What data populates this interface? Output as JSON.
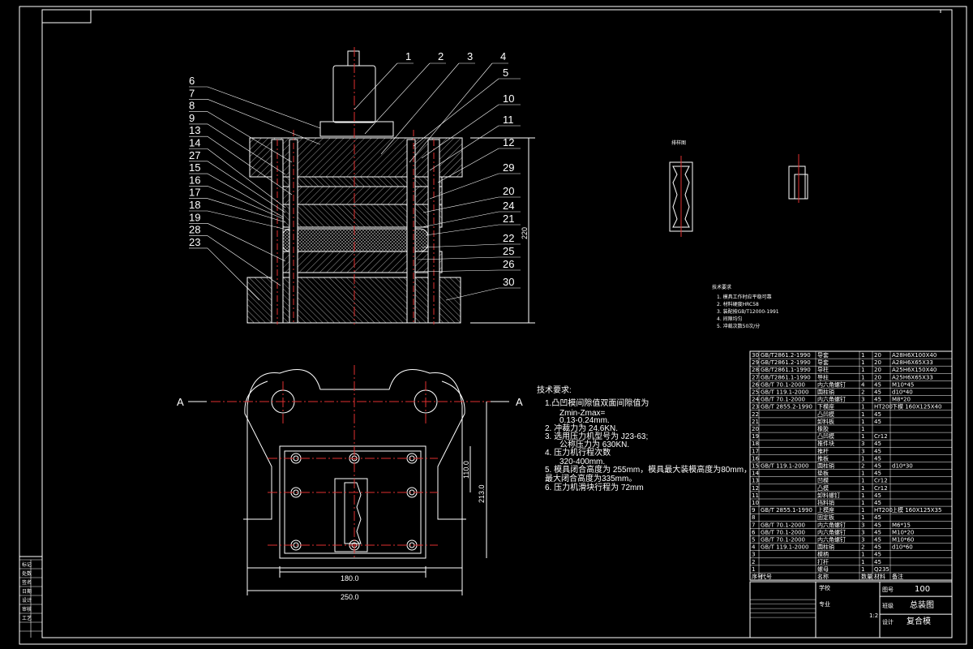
{
  "balloons_left": [
    "6",
    "7",
    "8",
    "9",
    "13",
    "14",
    "27",
    "15",
    "16",
    "17",
    "18",
    "19",
    "28",
    "23"
  ],
  "balloons_top": [
    "1",
    "2",
    "3",
    "4"
  ],
  "balloons_right": [
    "5",
    "10",
    "11",
    "12",
    "29",
    "20",
    "24",
    "21",
    "22",
    "25",
    "26",
    "30"
  ],
  "section_label": "A",
  "dims": {
    "height": "220",
    "dim_110": "110.0",
    "dim_213": "213.0",
    "dim_180": "180.0",
    "dim_250": "250.0"
  },
  "strip_title": "排样图",
  "tech_req": {
    "title": "技术要求:",
    "lines": [
      "1.凸凹模间隙值双面间隙值为",
      "Zmin-Zmax=",
      "0.13-0.24mm.",
      "2. 冲裁力为 24.6KN.",
      "3. 选用压力机型号为 J23-63;",
      "公称压力为 630KN.",
      "4. 压力机行程次数",
      "320-400mm.",
      "5. 模具闭合高度为 255mm，模具最大装模高度为80mm，",
      "最大闭合高度为335mm。",
      "6. 压力机滑块行程为 72mm"
    ]
  },
  "notes_small": {
    "title": "技术要求",
    "lines": [
      "1. 模具工作时应平稳可靠",
      "2. 材料硬度HRC58",
      "3. 装配按GB/T12000-1991",
      "4. 间隙均匀",
      "5. 冲裁次数50次/分"
    ]
  },
  "bom_rows": [
    [
      "30",
      "GB/T2861.2-1990",
      "导套",
      "1",
      "20",
      "A28H6X100X40"
    ],
    [
      "29",
      "GB/T2861.2-1990",
      "导套",
      "1",
      "20",
      "A28H6X65X33"
    ],
    [
      "28",
      "GB/T2861.1-1990",
      "导柱",
      "1",
      "20",
      "A25H6X150X40"
    ],
    [
      "27",
      "GB/T2861.1-1990",
      "导柱",
      "1",
      "20",
      "A25H6X65X33"
    ],
    [
      "26",
      "GB/T 70.1-2000",
      "内六角螺钉",
      "4",
      "45",
      "M10*45"
    ],
    [
      "25",
      "GB/T 119.1-2000",
      "圆柱销",
      "2",
      "45",
      "d10*40"
    ],
    [
      "24",
      "GB/T 70.1-2000",
      "内六角螺钉",
      "3",
      "45",
      "M8*20"
    ],
    [
      "23",
      "GB/T 2855.2-1990",
      "下模座",
      "1",
      "HT200",
      "下模 160X125X40"
    ],
    [
      "22",
      "",
      "凸凹模",
      "1",
      "45",
      ""
    ],
    [
      "21",
      "",
      "卸料板",
      "1",
      "45",
      ""
    ],
    [
      "20",
      "",
      "橡胶",
      "1",
      "",
      ""
    ],
    [
      "19",
      "",
      "凸凹模",
      "1",
      "Cr12",
      ""
    ],
    [
      "18",
      "",
      "推件块",
      "3",
      "45",
      ""
    ],
    [
      "17",
      "",
      "推杆",
      "3",
      "45",
      ""
    ],
    [
      "16",
      "",
      "推板",
      "1",
      "45",
      ""
    ],
    [
      "15",
      "GB/T 119.1-2000",
      "圆柱销",
      "2",
      "45",
      "d10*30"
    ],
    [
      "14",
      "",
      "垫板",
      "1",
      "45",
      ""
    ],
    [
      "13",
      "",
      "凹模",
      "1",
      "Cr12",
      ""
    ],
    [
      "12",
      "",
      "凸模",
      "1",
      "Cr12",
      ""
    ],
    [
      "11",
      "",
      "卸料螺钉",
      "1",
      "45",
      ""
    ],
    [
      "10",
      "",
      "挡料销",
      "1",
      "45",
      ""
    ],
    [
      "9",
      "GB/T 2855.1-1990",
      "上模座",
      "1",
      "HT200",
      "上模 160X125X35"
    ],
    [
      "8",
      "",
      "固定板",
      "1",
      "45",
      ""
    ],
    [
      "7",
      "GB/T 70.1-2000",
      "内六角螺钉",
      "3",
      "45",
      "M6*15"
    ],
    [
      "6",
      "GB/T 70.1-2000",
      "内六角螺钉",
      "3",
      "45",
      "M10*20"
    ],
    [
      "5",
      "GB/T 70.1-2000",
      "内六角螺钉",
      "3",
      "45",
      "M10*60"
    ],
    [
      "4",
      "GB/T 119.1-2000",
      "圆柱销",
      "2",
      "45",
      "d10*60"
    ],
    [
      "3",
      "",
      "模柄",
      "1",
      "45",
      ""
    ],
    [
      "2",
      "",
      "打杆",
      "1",
      "45",
      ""
    ],
    [
      "1",
      "",
      "螺母",
      "1",
      "Q235",
      ""
    ]
  ],
  "bom_header": [
    "序号",
    "代号",
    "名称",
    "数量",
    "材料",
    "备注"
  ],
  "title_block": {
    "school_label": "学校",
    "drawing_no_label": "图号",
    "drawing_no": "100",
    "title": "总装图",
    "scale": "1:2",
    "design_label": "设计",
    "name": "复合模",
    "class_label": "班级",
    "major_label": "专业"
  },
  "left_strip": [
    "标记",
    "处数",
    "签名",
    "日期",
    "设计",
    "审核",
    "工艺"
  ]
}
